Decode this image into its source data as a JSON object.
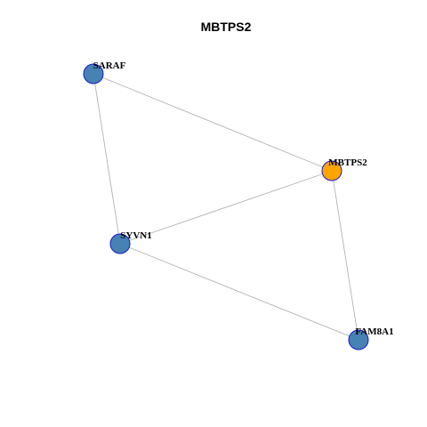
{
  "title": "MBTPS2",
  "colors": {
    "neighbor_fill": "#4682B4",
    "center_fill": "#FFA500",
    "node_stroke": "#1A1ACC",
    "edge_stroke": "#B3B3B3"
  },
  "nodes": [
    {
      "id": "SARAF",
      "label": "SARAF",
      "role": "neighbor"
    },
    {
      "id": "MBTPS2",
      "label": "MBTPS2",
      "role": "center"
    },
    {
      "id": "SYVN1",
      "label": "SYVN1",
      "role": "neighbor"
    },
    {
      "id": "FAM8A1",
      "label": "FAM8A1",
      "role": "neighbor"
    }
  ],
  "edges": [
    {
      "source": "SARAF",
      "target": "MBTPS2"
    },
    {
      "source": "SARAF",
      "target": "SYVN1"
    },
    {
      "source": "SYVN1",
      "target": "MBTPS2"
    },
    {
      "source": "MBTPS2",
      "target": "FAM8A1"
    },
    {
      "source": "SYVN1",
      "target": "FAM8A1"
    }
  ]
}
